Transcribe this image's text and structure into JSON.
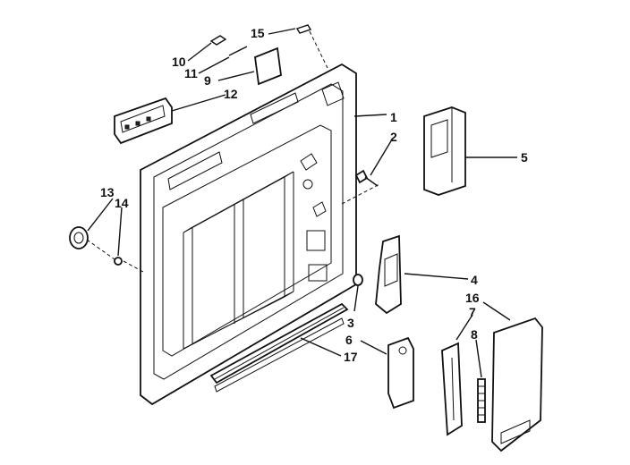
{
  "callouts": [
    {
      "id": "1",
      "text": "1"
    },
    {
      "id": "2",
      "text": "2"
    },
    {
      "id": "3",
      "text": "3"
    },
    {
      "id": "4",
      "text": "4"
    },
    {
      "id": "5",
      "text": "5"
    },
    {
      "id": "6",
      "text": "6"
    },
    {
      "id": "7",
      "text": "7"
    },
    {
      "id": "8",
      "text": "8"
    },
    {
      "id": "9",
      "text": "9"
    },
    {
      "id": "10",
      "text": "10"
    },
    {
      "id": "11",
      "text": "11"
    },
    {
      "id": "12",
      "text": "12"
    },
    {
      "id": "13",
      "text": "13"
    },
    {
      "id": "14",
      "text": "14"
    },
    {
      "id": "15",
      "text": "15"
    },
    {
      "id": "16",
      "text": "16"
    },
    {
      "id": "17",
      "text": "17"
    }
  ],
  "colors": {
    "line": "#111111",
    "background": "#ffffff"
  }
}
